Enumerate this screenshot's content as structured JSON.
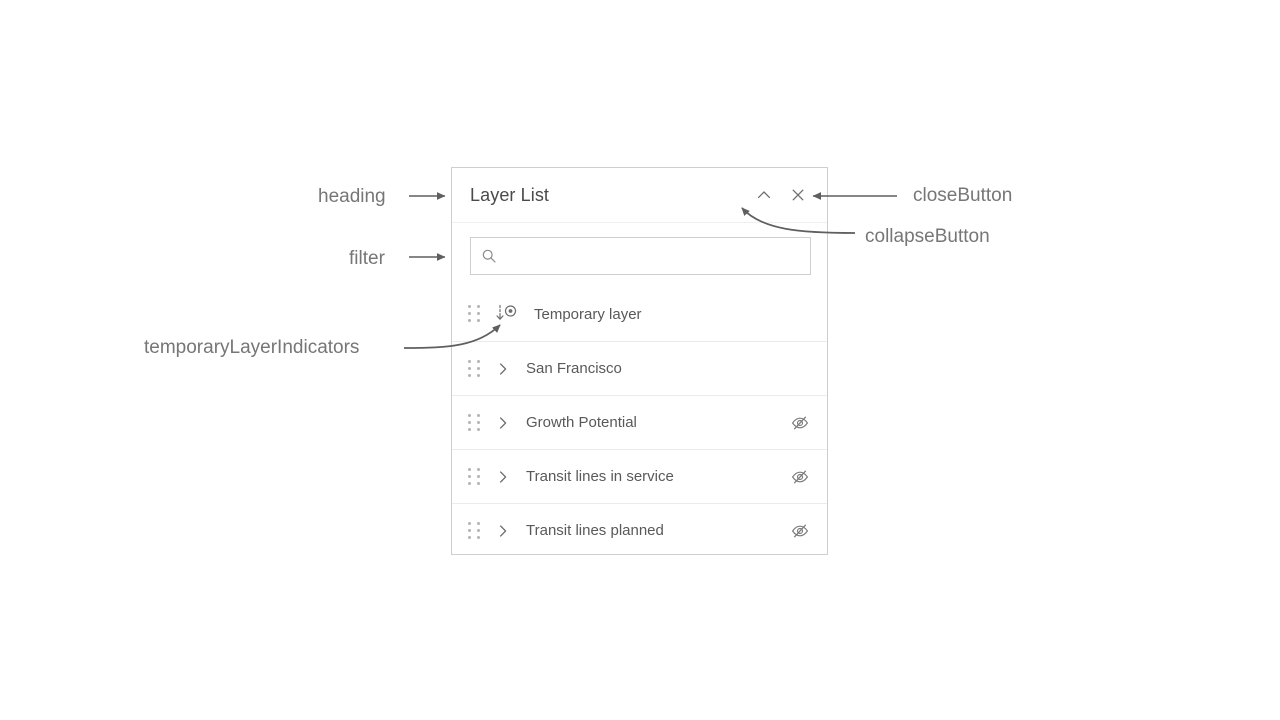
{
  "panel": {
    "heading": "Layer List",
    "collapse_icon": "chevron-up-icon",
    "close_icon": "close-icon",
    "filter": {
      "placeholder": "",
      "value": "",
      "icon": "search-icon"
    },
    "rows": [
      {
        "label": "Temporary layer",
        "has_toggle": false,
        "has_visibility": false,
        "indicators": [
          "temporary-layer-indicator-icon"
        ],
        "drag_handle": "drag-handle-icon"
      },
      {
        "label": "San Francisco",
        "has_toggle": true,
        "toggle_icon": "chevron-right-icon",
        "has_visibility": false,
        "indicators": [],
        "drag_handle": "drag-handle-icon"
      },
      {
        "label": "Growth Potential",
        "has_toggle": true,
        "toggle_icon": "chevron-right-icon",
        "has_visibility": true,
        "visibility_icon": "eye-slash-icon",
        "indicators": [],
        "drag_handle": "drag-handle-icon"
      },
      {
        "label": "Transit lines in service",
        "has_toggle": true,
        "toggle_icon": "chevron-right-icon",
        "has_visibility": true,
        "visibility_icon": "eye-slash-icon",
        "indicators": [],
        "drag_handle": "drag-handle-icon"
      },
      {
        "label": "Transit lines planned",
        "has_toggle": true,
        "toggle_icon": "chevron-right-icon",
        "has_visibility": true,
        "visibility_icon": "eye-slash-icon",
        "indicators": [],
        "drag_handle": "drag-handle-icon"
      }
    ]
  },
  "annotations": {
    "heading": "heading",
    "filter": "filter",
    "temporary_layer_indicators": "temporaryLayerIndicators",
    "close_button": "closeButton",
    "collapse_button": "collapseButton"
  },
  "colors": {
    "panel_border": "#cfcfcf",
    "row_divider": "#ebebeb",
    "title_text": "#4a4a4a",
    "row_text": "#595959",
    "annotation_text": "#767676",
    "annotation_line": "#5f5f5f",
    "icon": "#6e6e6e",
    "drag_dot": "#b4b4b4",
    "background": "#ffffff"
  }
}
